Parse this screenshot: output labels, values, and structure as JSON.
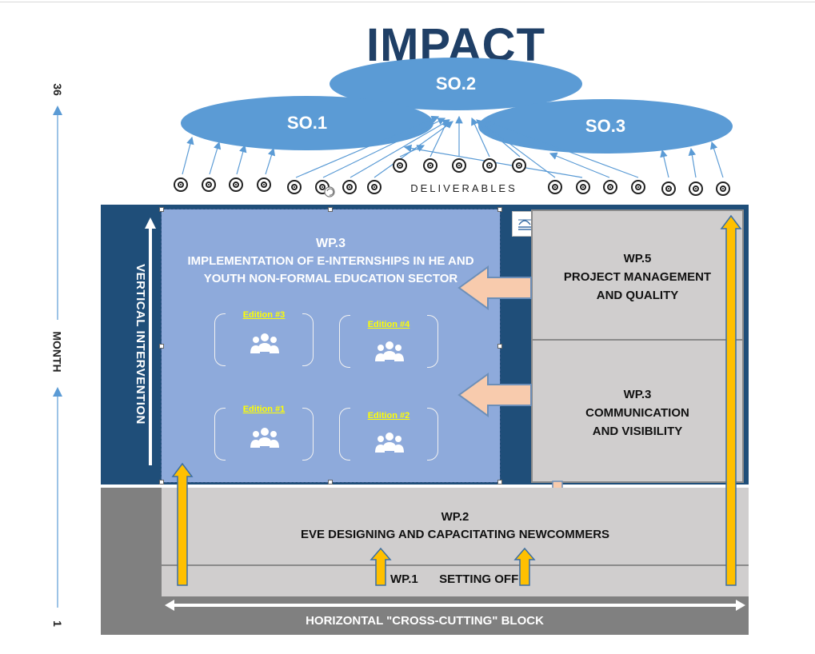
{
  "impact_title": "IMPACT",
  "objectives": [
    {
      "label": "SO.1"
    },
    {
      "label": "SO.2"
    },
    {
      "label": "SO.3"
    }
  ],
  "deliverables_label": "DELIVERABLES",
  "axis": {
    "label": "MONTH",
    "start": "1",
    "end": "36"
  },
  "vertical_label": "VERTICAL INTERVENTION",
  "horizontal_label": "HORIZONTAL \"CROSS-CUTTING\" BLOCK",
  "wp3_main": {
    "code": "WP.3",
    "title": "IMPLEMENTATION OF E-INTERNSHIPS IN HE AND YOUTH NON-FORMAL EDUCATION SECTOR",
    "editions": [
      "Edition #3",
      "Edition #4",
      "Edition #1",
      "Edition #2"
    ]
  },
  "wp5": {
    "code": "WP.5",
    "line1": "PROJECT MANAGEMENT",
    "line2": "AND QUALITY"
  },
  "wp3_comm": {
    "code": "WP.3",
    "line1": "COMMUNICATION",
    "line2": "AND VISIBILITY"
  },
  "wp2": {
    "code": "WP.2",
    "title": "EVE DESIGNING AND CAPACITATING NEWCOMMERS"
  },
  "wp1": {
    "code": "WP.1",
    "title": "SETTING OFF"
  },
  "colors": {
    "ellipse": "#5b9bd5",
    "dark_block": "#1f4e79",
    "wp3_box": "#8eaadb",
    "grey_block": "#808080",
    "wp_box": "#d0cece",
    "yellow_arrow": "#ffc000",
    "salmon_arrow": "#f8cbad",
    "edition_label": "#ffff00"
  }
}
